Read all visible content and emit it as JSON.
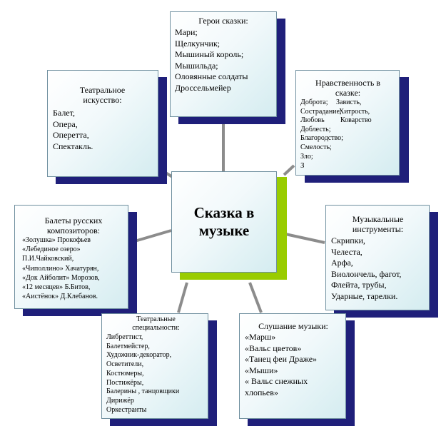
{
  "center": {
    "line1": "Сказка в",
    "line2": "музыке"
  },
  "heroes": {
    "title": "Герои сказки:",
    "items": [
      "Мари;",
      "Щелкунчик;",
      "Мышиный король;",
      "Мышильда;",
      "Оловянные солдаты",
      "Дроссельмейер"
    ]
  },
  "theatre_art": {
    "title_line1": "Театральное",
    "title_line2": "искусство:",
    "items": [
      "Балет,",
      "Опера,",
      "Оперетта,",
      "Спектакль."
    ]
  },
  "morality": {
    "title_line1": "Нравственность в",
    "title_line2": "сказке:",
    "pairs": [
      [
        "Доброта;",
        "Зависть,"
      ],
      [
        "Сострадание;",
        "Хитрость,"
      ],
      [
        "Любовь",
        "Коварство"
      ]
    ],
    "items": [
      "Доблесть;",
      "Благородство;",
      "Смелость;",
      "Зло;",
      "З"
    ]
  },
  "ballets": {
    "title_line1": "Балеты русских",
    "title_line2": "композиторов:",
    "items": [
      "«Золушка» Прокофьев",
      "«Лебединое озеро»",
      "П.И.Чайковский,",
      "«Чиполлино» Хачатурян,",
      "«Док Айболит» Морозов,",
      "«12 месяцев» Б.Битов,",
      "«Аистёнок» Д.Клебанов."
    ]
  },
  "instruments": {
    "title_line1": "Музыкальные",
    "title_line2": "инструменты:",
    "items": [
      "Скрипки,",
      "Челеста,",
      "Арфа,",
      "Виолончель, фагот,",
      "Флейта, трубы,",
      "Ударные,  тарелки."
    ]
  },
  "specialties": {
    "title_line1": "Театральные",
    "title_line2": "специальности:",
    "items": [
      "Либреттист,",
      "Балетмейстер,",
      "Художник-декоратор,",
      "Осветители,",
      "Костюмеры,",
      "Постижёры,",
      "Балерины , танцовщики",
      "Дирижёр",
      "Оркестранты"
    ]
  },
  "listening": {
    "title": "Слушание музыки:",
    "items": [
      "«Марш»",
      "«Вальс цветов»",
      "«Танец феи Драже»",
      "«Мыши»",
      "« Вальс снежных",
      "хлопьев»"
    ]
  },
  "colors": {
    "box_border": "#6f8f9f",
    "shadow": "#1f1f7a",
    "center_accent": "#99cc00",
    "connector": "#8c8c8c"
  }
}
